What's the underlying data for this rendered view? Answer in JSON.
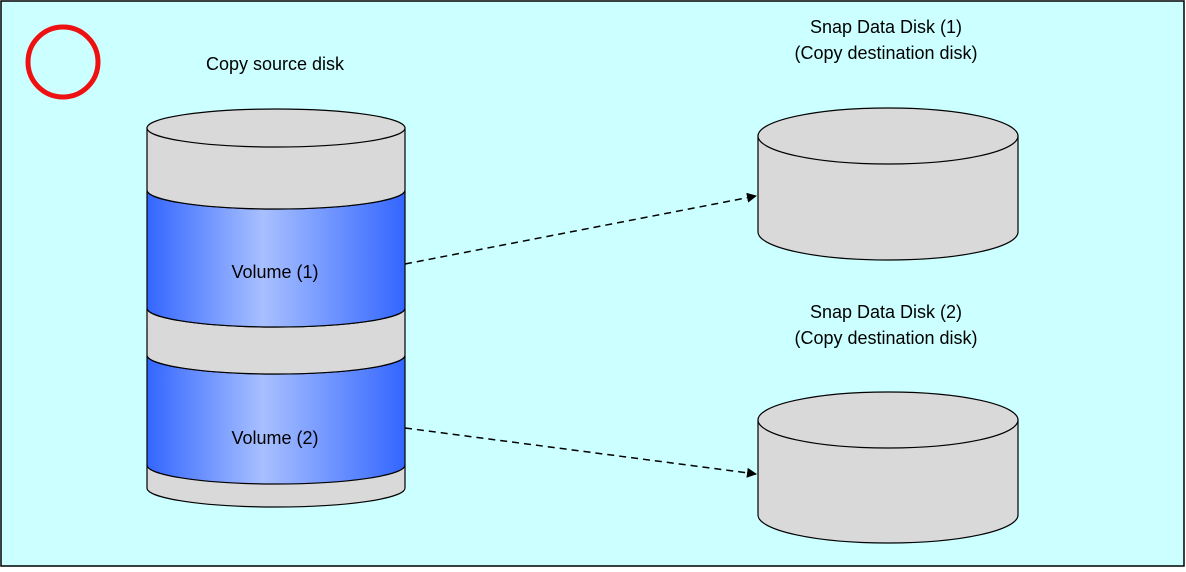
{
  "colors": {
    "background": "#ccffff",
    "border": "#000000",
    "disk_gray": "#d9d9d9",
    "volume_blue_dark": "#3366ff",
    "volume_blue_light": "#a8c0ff",
    "ok_mark": "#ee1111"
  },
  "ok_mark": {
    "icon": "red-circle-icon"
  },
  "source_disk": {
    "label": "Copy source disk",
    "volumes": [
      {
        "label": "Volume (1)"
      },
      {
        "label": "Volume (2)"
      }
    ]
  },
  "destination_disks": [
    {
      "title": "Snap Data Disk (1)",
      "subtitle": "(Copy destination disk)"
    },
    {
      "title": "Snap Data Disk (2)",
      "subtitle": "(Copy destination disk)"
    }
  ]
}
